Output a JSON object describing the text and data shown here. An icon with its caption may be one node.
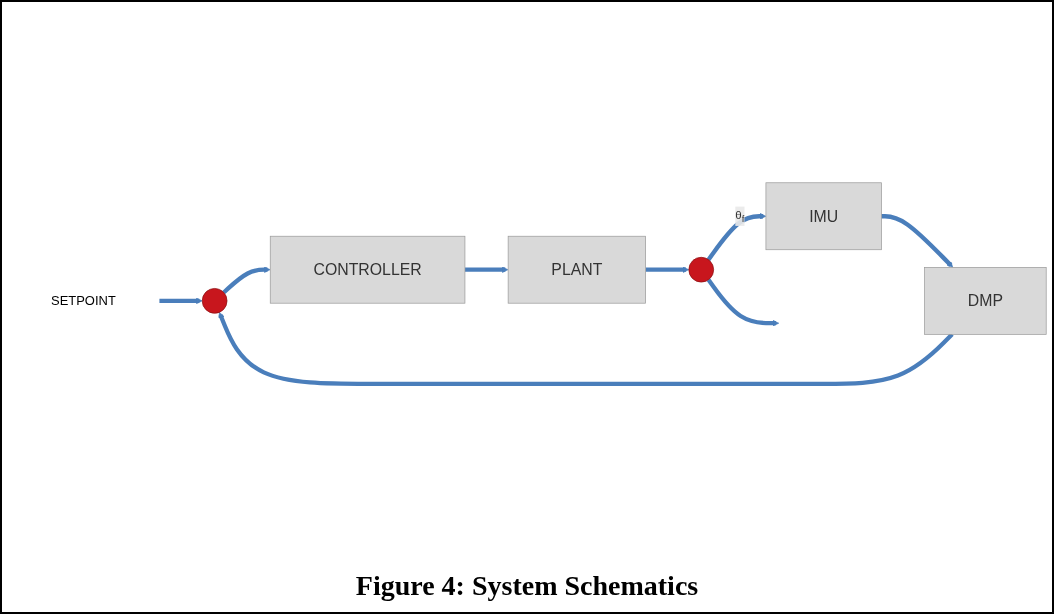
{
  "diagram": {
    "caption": "Figure 4: System Schematics",
    "nodes": [
      {
        "text": [
          "SETPOINT"
        ]
      },
      {
        "text": [],
        "shape": "circle"
      },
      {
        "text": [
          "CONTROLLER"
        ]
      },
      {
        "text": [
          "PLANT"
        ]
      },
      {
        "text": [],
        "shape": "circle"
      },
      {
        "text": [
          "IMU"
        ]
      },
      {
        "text": [
          "DMP"
        ]
      }
    ],
    "edges": [
      {
        "from": 0,
        "to": 1,
        "arrow": "to"
      },
      {
        "from": 1,
        "to": 2,
        "arrow": "to"
      },
      {
        "from": 2,
        "to": 3,
        "arrow": "to"
      },
      {
        "from": 3,
        "to": 4,
        "arrow": "to"
      },
      {
        "from": 4,
        "to": null,
        "arrow": "to"
      },
      {
        "from": 4,
        "to": 5,
        "arrow": "to",
        "label": "θ$_{f}$"
      },
      {
        "from": 5,
        "to": 6,
        "arrow": "to"
      },
      {
        "from": 6,
        "to": 1,
        "arrow": "to"
      }
    ]
  }
}
